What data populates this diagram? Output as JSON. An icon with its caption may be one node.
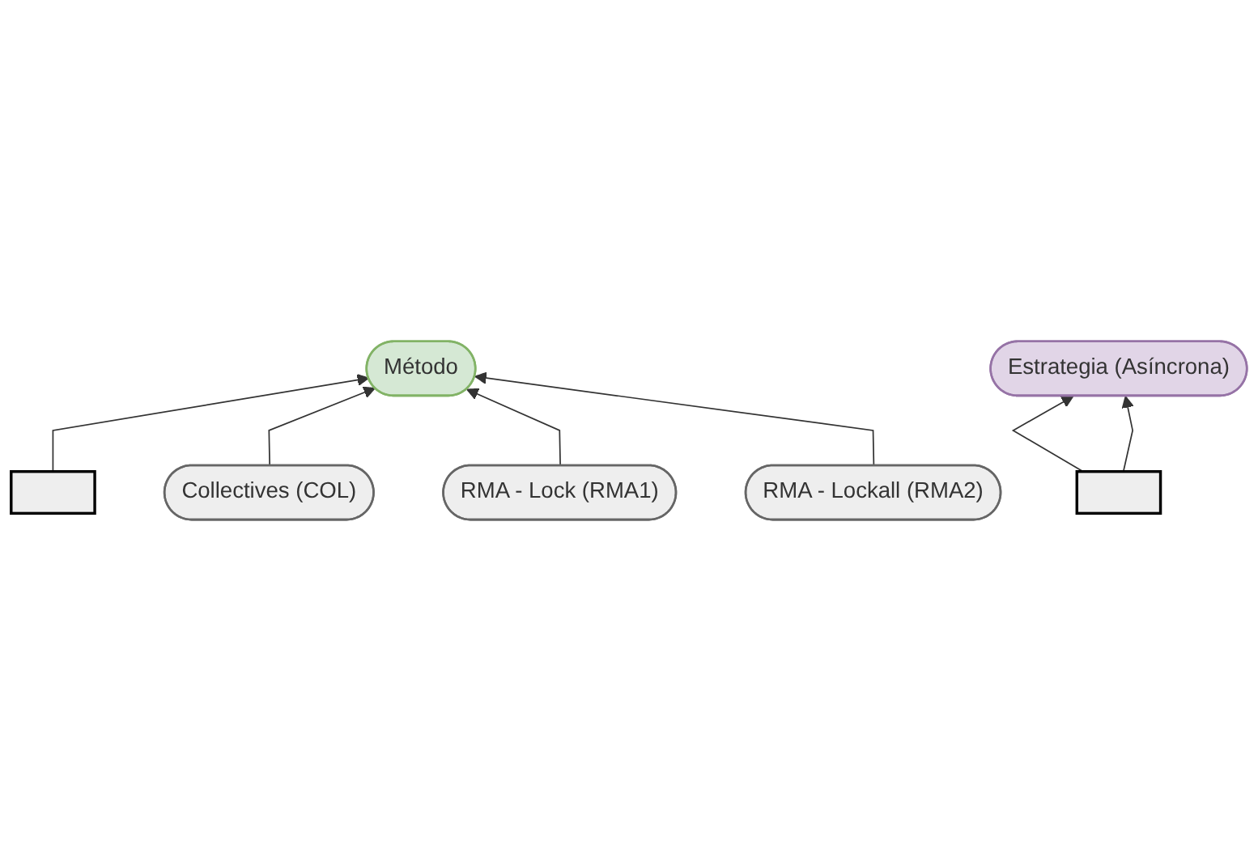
{
  "diagram": {
    "nodes": [
      {
        "text": [
          "Método"
        ]
      },
      {
        "text": [
          "Estrategia (Asíncrona)"
        ]
      },
      {
        "text": [],
        "shape": "box"
      },
      {
        "text": [
          "Collectives (COL)"
        ]
      },
      {
        "text": [
          "RMA - Lock (RMA1)"
        ]
      },
      {
        "text": [
          "RMA - Lockall (RMA2)"
        ]
      },
      {
        "text": [],
        "shape": "box"
      }
    ],
    "edges": [
      {
        "from": 2,
        "to": 0,
        "arrow": "to"
      },
      {
        "from": 3,
        "to": 0,
        "arrow": "to"
      },
      {
        "from": 4,
        "to": 0,
        "arrow": "to"
      },
      {
        "from": 5,
        "to": 0,
        "arrow": "to"
      },
      {
        "from": 6,
        "to": 1,
        "arrow": "to"
      },
      {
        "from": 6,
        "to": 1,
        "arrow": "to"
      }
    ]
  }
}
